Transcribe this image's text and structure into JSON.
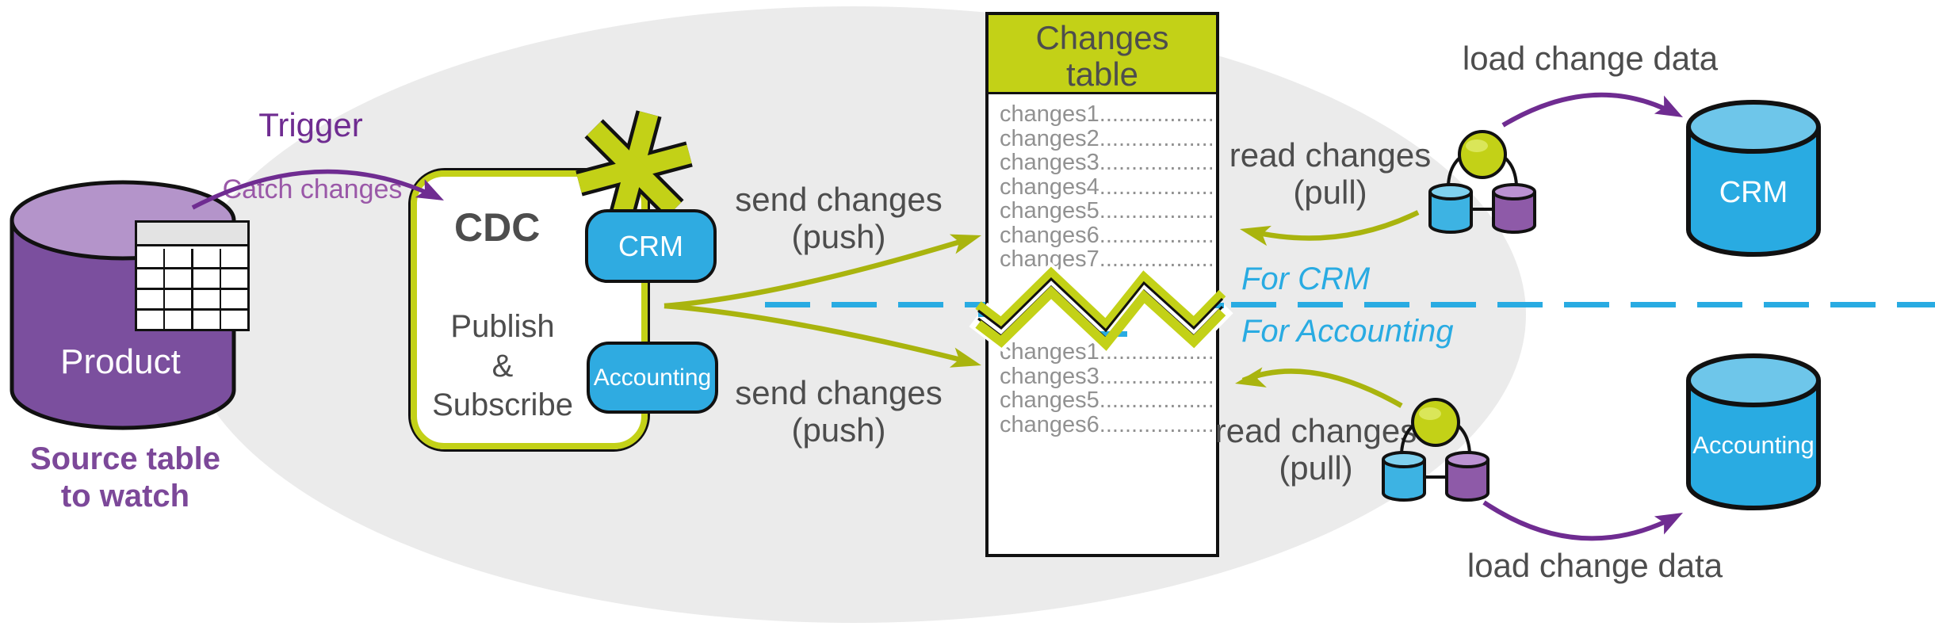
{
  "colors": {
    "olive_fill": "#c3d117",
    "olive_arrow": "#a9b40e",
    "blue": "#29abe2",
    "purple_dark": "#6f2c91",
    "purple_mid": "#9a58a8",
    "purple_db": "#7b4f9e",
    "text_gray": "#4d4d4d",
    "row_gray": "#919191",
    "ellipse_gray": "#ebebeb"
  },
  "source_db": {
    "label": "Product",
    "caption_line1": "Source table",
    "caption_line2": "to watch"
  },
  "trigger": {
    "label": "Trigger",
    "sublabel": "Catch changes"
  },
  "cdc": {
    "title": "CDC",
    "line1": "Publish",
    "line2": "&",
    "line3": "Subscribe",
    "subscriber_top": "CRM",
    "subscriber_bottom": "Accounting"
  },
  "push": {
    "top": [
      "send changes",
      "(push)"
    ],
    "bottom": [
      "send changes",
      "(push)"
    ]
  },
  "pull": {
    "top": [
      "read changes",
      "(pull)"
    ],
    "bottom": [
      "read changes",
      "(pull)"
    ]
  },
  "load": {
    "top": "load change data",
    "bottom": "load change data"
  },
  "changes_table": {
    "title_line1": "Changes",
    "title_line2": "table",
    "rows_top": [
      "changes1..................",
      "changes2..................",
      "changes3..................",
      "changes4..................",
      "changes5..................",
      "changes6..................",
      "changes7.................."
    ],
    "rows_bottom": [
      "changes1..................",
      "changes3..................",
      "changes5..................",
      "changes6.................."
    ]
  },
  "lanes": {
    "top": "For CRM",
    "bottom": "For Accounting"
  },
  "targets": {
    "top": "CRM",
    "bottom": "Accounting"
  }
}
